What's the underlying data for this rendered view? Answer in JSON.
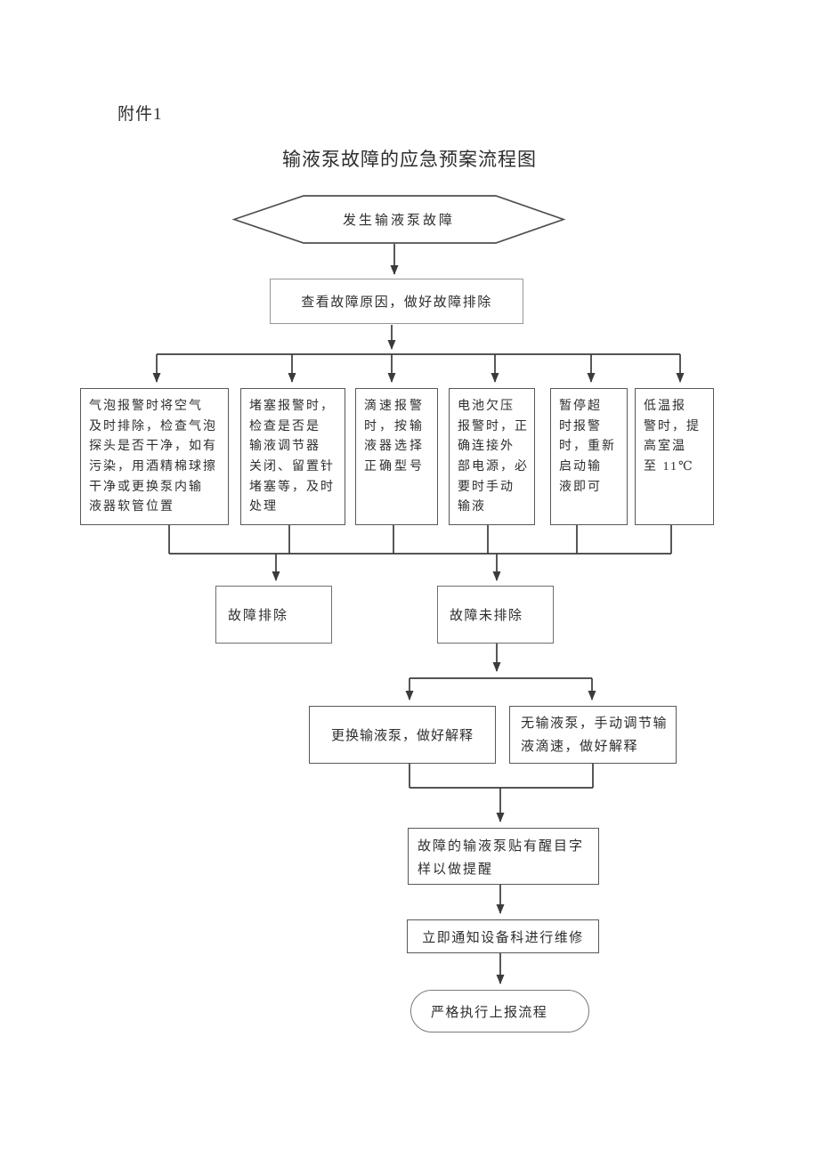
{
  "page": {
    "attachment_label": "附件1",
    "title": "输液泵故障的应急预案流程图"
  },
  "flow": {
    "start": "发生输液泵故障",
    "check": "查看故障原因，做好故障排除",
    "alarms": [
      "气泡报警时将空气\n及时排除，检查气泡\n探头是否干净，如有\n污染，用酒精棉球擦\n干净或更换泵内输\n液器软管位置",
      "堵塞报警时，\n检查是否是\n输液调节器\n关闭、留置针\n堵塞等，及时\n处理",
      "滴速报警\n时，按输\n液器选择\n正确型号",
      "电池欠压\n报警时，正\n确连接外\n部电源，必\n要时手动\n输液",
      "暂停超\n时报警\n时，重新\n启动输\n液即可",
      "低温报\n警时，提\n高室温\n至 11℃"
    ],
    "resolved": "故障排除",
    "unresolved": "故障未排除",
    "replace_pump": "更换输液泵，做好解释",
    "manual_infusion": "无输液泵，手动调节输\n液滴速，做好解释",
    "label_pump": "故障的输液泵贴有醒目字\n样以做提醒",
    "notify_equipment": "立即通知设备科进行维修",
    "report": "严格执行上报流程"
  }
}
